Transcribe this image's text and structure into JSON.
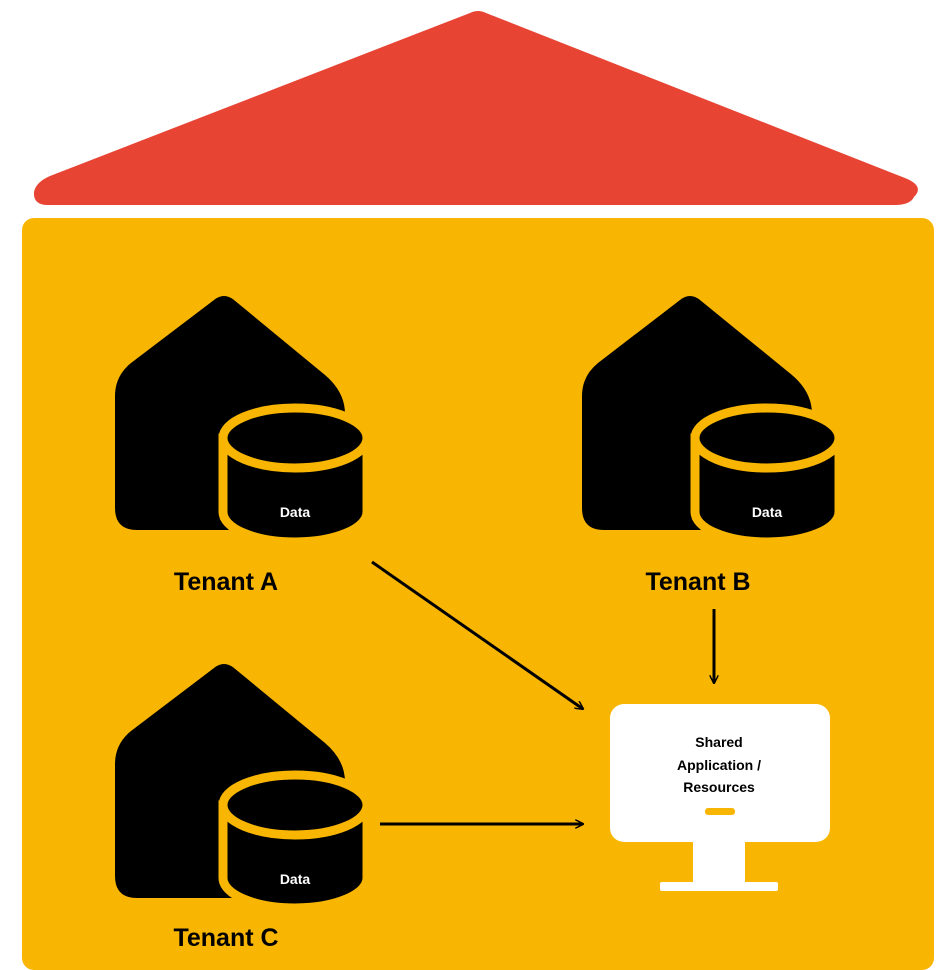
{
  "colors": {
    "roof": "#e84434",
    "building": "#f8b602",
    "tenant": "#000000",
    "monitor": "#ffffff",
    "indicator": "#f8b602"
  },
  "icons": {
    "roof": "roof-shape",
    "tenant": "house-icon",
    "data": "database-icon",
    "shared": "monitor-icon"
  },
  "tenants": [
    {
      "name": "Tenant A",
      "data_label": "Data"
    },
    {
      "name": "Tenant B",
      "data_label": "Data"
    },
    {
      "name": "Tenant C",
      "data_label": "Data"
    }
  ],
  "shared": {
    "line1": "Shared",
    "line2": "Application /",
    "line3": "Resources"
  }
}
